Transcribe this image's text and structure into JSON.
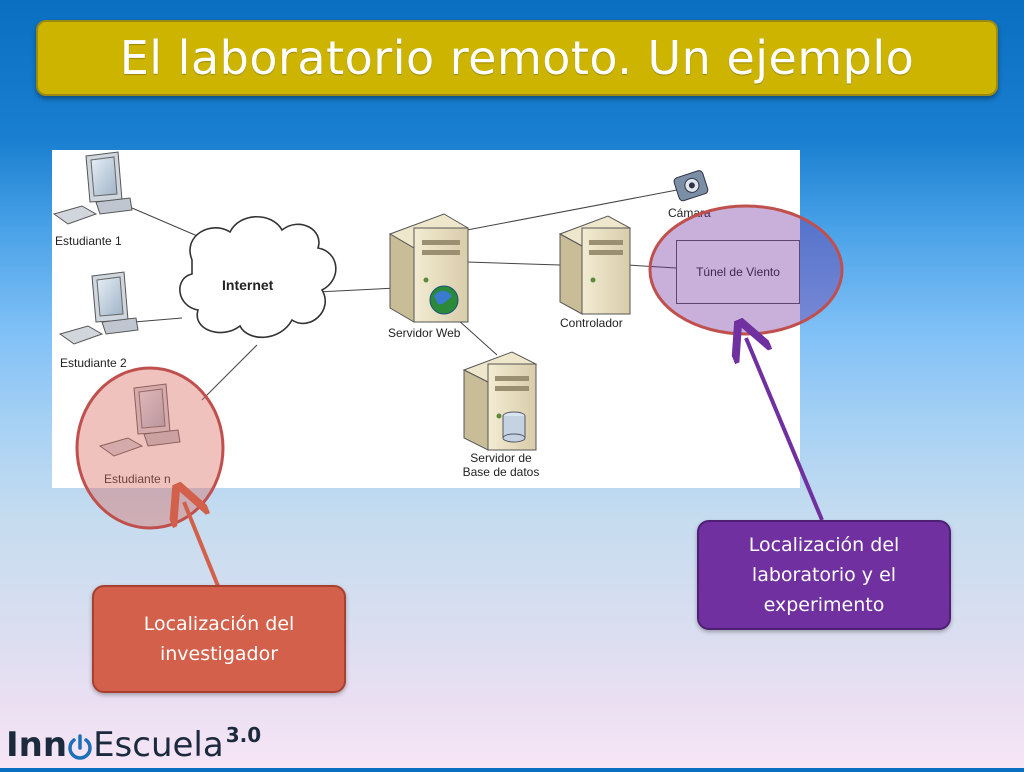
{
  "title": "El laboratorio remoto. Un ejemplo",
  "diagram": {
    "nodes": {
      "estudiante_1": "Estudiante 1",
      "estudiante_2": "Estudiante 2",
      "estudiante_n": "Estudiante n",
      "internet": "Internet",
      "servidor_web": "Servidor Web",
      "controlador": "Controlador",
      "camara": "Cámara",
      "tunel": "Túnel de Viento",
      "servidor_bd_line1": "Servidor de",
      "servidor_bd_line2": "Base de datos"
    }
  },
  "callouts": {
    "investigator": "Localización del investigador",
    "lab": "Localización del laboratorio y el experimento"
  },
  "logo": {
    "part1": "Inn",
    "part2": "Escuela",
    "version": "3.0"
  },
  "colors": {
    "title_bar": "#ccb400",
    "investigator_callout": "#d2604a",
    "lab_callout": "#7030a0"
  }
}
